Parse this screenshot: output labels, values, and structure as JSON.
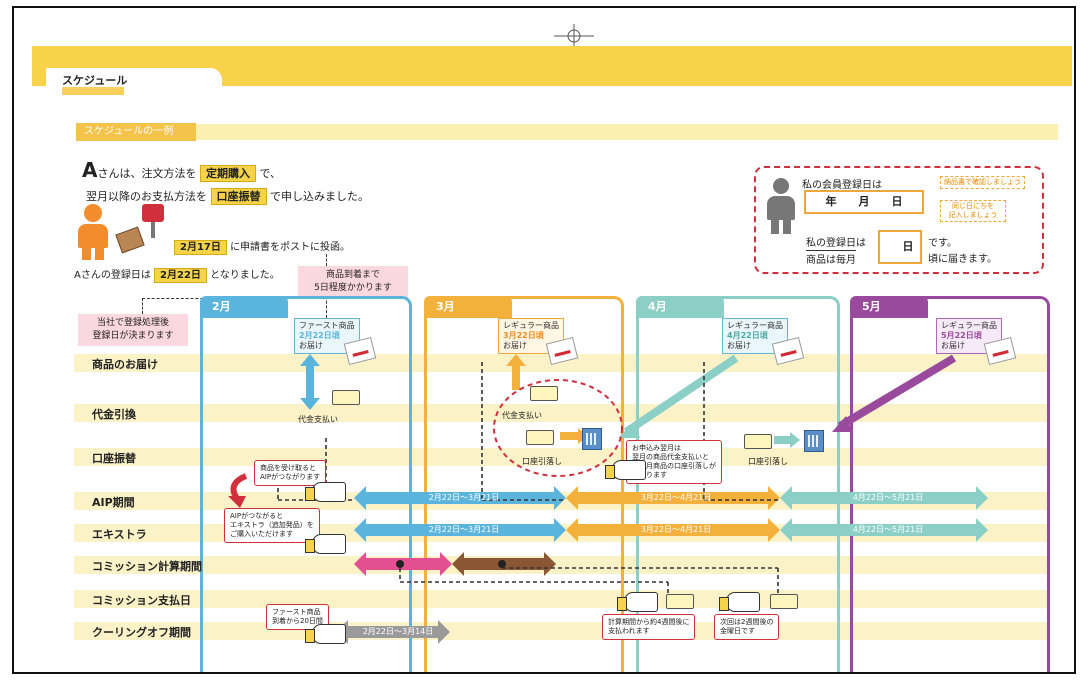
{
  "header": {
    "title": "スケジュール",
    "section_title": "スケジュールの一例"
  },
  "intro": {
    "line1_prefix": "さんは、注文方法を",
    "line1_person": "A",
    "line1_method": "定期購入",
    "line1_suffix": "で、",
    "line2_prefix": "翌月以降のお支払方法を",
    "line2_method": "口座振替",
    "line2_suffix": "で申し込みました。",
    "date1": "2月17日",
    "date1_text": "に申請書をポストに投函。",
    "reg_prefix": "Aさんの登録日は",
    "reg_date": "2月22日",
    "reg_suffix": "となりました。",
    "note_delivery": "商品到着まで\n5日程度かかります",
    "note_processing": "当社で登録処理後\n登録日が決まります"
  },
  "register_box": {
    "line1": "私の会員登録日は",
    "confirm_note": "納品書で確認しましょう",
    "date_format": "年　　月　　日",
    "same_day_note": "同じ日にちを\n記入しましょう",
    "line2a": "私の登録日は",
    "line2b": "です。",
    "line3a": "商品は毎月",
    "line3b": "頃に届きます。",
    "day_label": "日"
  },
  "months": [
    "2月",
    "3月",
    "4月",
    "5月"
  ],
  "rows": {
    "delivery": "商品のお届け",
    "cod": "代金引換",
    "transfer": "口座振替",
    "aip": "AIP期間",
    "extra": "エキストラ",
    "comm_calc": "コミッション計算期間",
    "comm_pay": "コミッション支払日",
    "cooling": "クーリングオフ期間"
  },
  "deliveries": [
    {
      "name": "ファースト商品",
      "date": "2月22日頃",
      "suffix": "お届け"
    },
    {
      "name": "レギュラー商品",
      "date": "3月22日頃",
      "suffix": "お届け"
    },
    {
      "name": "レギュラー商品",
      "date": "4月22日頃",
      "suffix": "お届け"
    },
    {
      "name": "レギュラー商品",
      "date": "5月22日頃",
      "suffix": "お届け"
    }
  ],
  "labels": {
    "cod_pay1": "代金支払い",
    "cod_pay2": "代金支払い",
    "debit1": "口座引落し",
    "debit2": "口座引落し",
    "aip_note": "商品を受け取ると\nAIPがつながります",
    "extra_note": "AIPがつながると\nエキストラ（追加発品）を\nご購入いただけます",
    "overlap_note": "お申込み翌月は\n翌月の商品代金支払いと\n翌々月商品の口座引落しが\n重なります",
    "comm_pay_note1": "計算期間から約4週間後に\n支払われます",
    "comm_pay_note2": "次回は2週間後の\n金曜日です",
    "cooling_note": "ファースト商品\n到着から20日間"
  },
  "periods": {
    "aip": [
      "2月22日～3月21日",
      "3月22日～4月21日",
      "4月22日～5月21日"
    ],
    "extra": [
      "2月22日～3月21日",
      "3月22日～4月21日",
      "4月22日～5月21日"
    ],
    "cooling": "2月22日～3月14日"
  },
  "colors": {
    "feb": "#5bb4dc",
    "mar": "#f3b13c",
    "apr": "#8ccfc7",
    "may": "#9a4a9c",
    "band": "#fbf2c8",
    "accent": "#f6d44a",
    "comm1": "#e44f91",
    "comm2": "#8a5634",
    "cooling": "#9a9a9a"
  }
}
